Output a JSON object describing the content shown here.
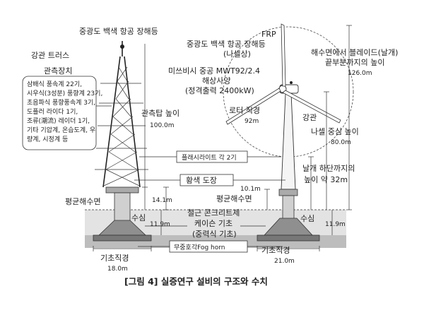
{
  "left_tower": {
    "obstruction_light": "중광도 백색 항공 장해등",
    "truss": "강관 트러스",
    "instrument_title": "관측장치",
    "instrument_items": [
      "삼배식 풍속계 22기,",
      "시우식(3성분) 풍향계 23기,",
      "초음파식 풍향풍속계 3기,",
      "도플러 라이다 1기,",
      "조류(潮流) 레이더 1기,",
      "기타 기압계, 온습도계, 우",
      "량계, 시정계 등"
    ],
    "height_label": "관측탑 높이",
    "height_value": "100.0m",
    "platform_height": "14.1m",
    "msl": "평균해수면",
    "depth_label": "수심",
    "depth_value": "11.9m",
    "base_diameter_label": "기초직경",
    "base_diameter_value": "18.0m"
  },
  "center": {
    "flare": "플래시라이트 각 2기",
    "yellow": "황색 도장",
    "caisson": [
      "철근 콘크리트제",
      "케이슨 기초",
      "(중력식 기초)"
    ],
    "foghorn": "무중호각Fog horn"
  },
  "right_turbine": {
    "obstruction_light": "중광도 백색 항공 장해등",
    "nacelle_top": "(나셀상)",
    "frp": "FRP",
    "blade_tip_label": "해수면에서 블레이드(날개)",
    "blade_tip_label2": "끝부분까지의 높이",
    "blade_tip_value": "126.0m",
    "model": "미쓰비시 중공 MWT92/2.4",
    "spec": "해상사양",
    "rated": "(정격출력 2400kW)",
    "rotor_label": "로터 직경",
    "rotor_value": "92m",
    "pipe": "강관",
    "hub_label": "나셀 중심 높이",
    "hub_value": "80.0m",
    "blade_low_label": "날개 하단까지의",
    "blade_low_label2": "높이 약 32m",
    "platform_height": "10.1m",
    "msl": "평균해수면",
    "depth_label": "수심",
    "depth_value": "11.9m",
    "base_diameter_label": "기초직경",
    "base_diameter_value": "21.0m"
  },
  "caption": "[그림 4] 실증연구 설비의 구조와 수치"
}
